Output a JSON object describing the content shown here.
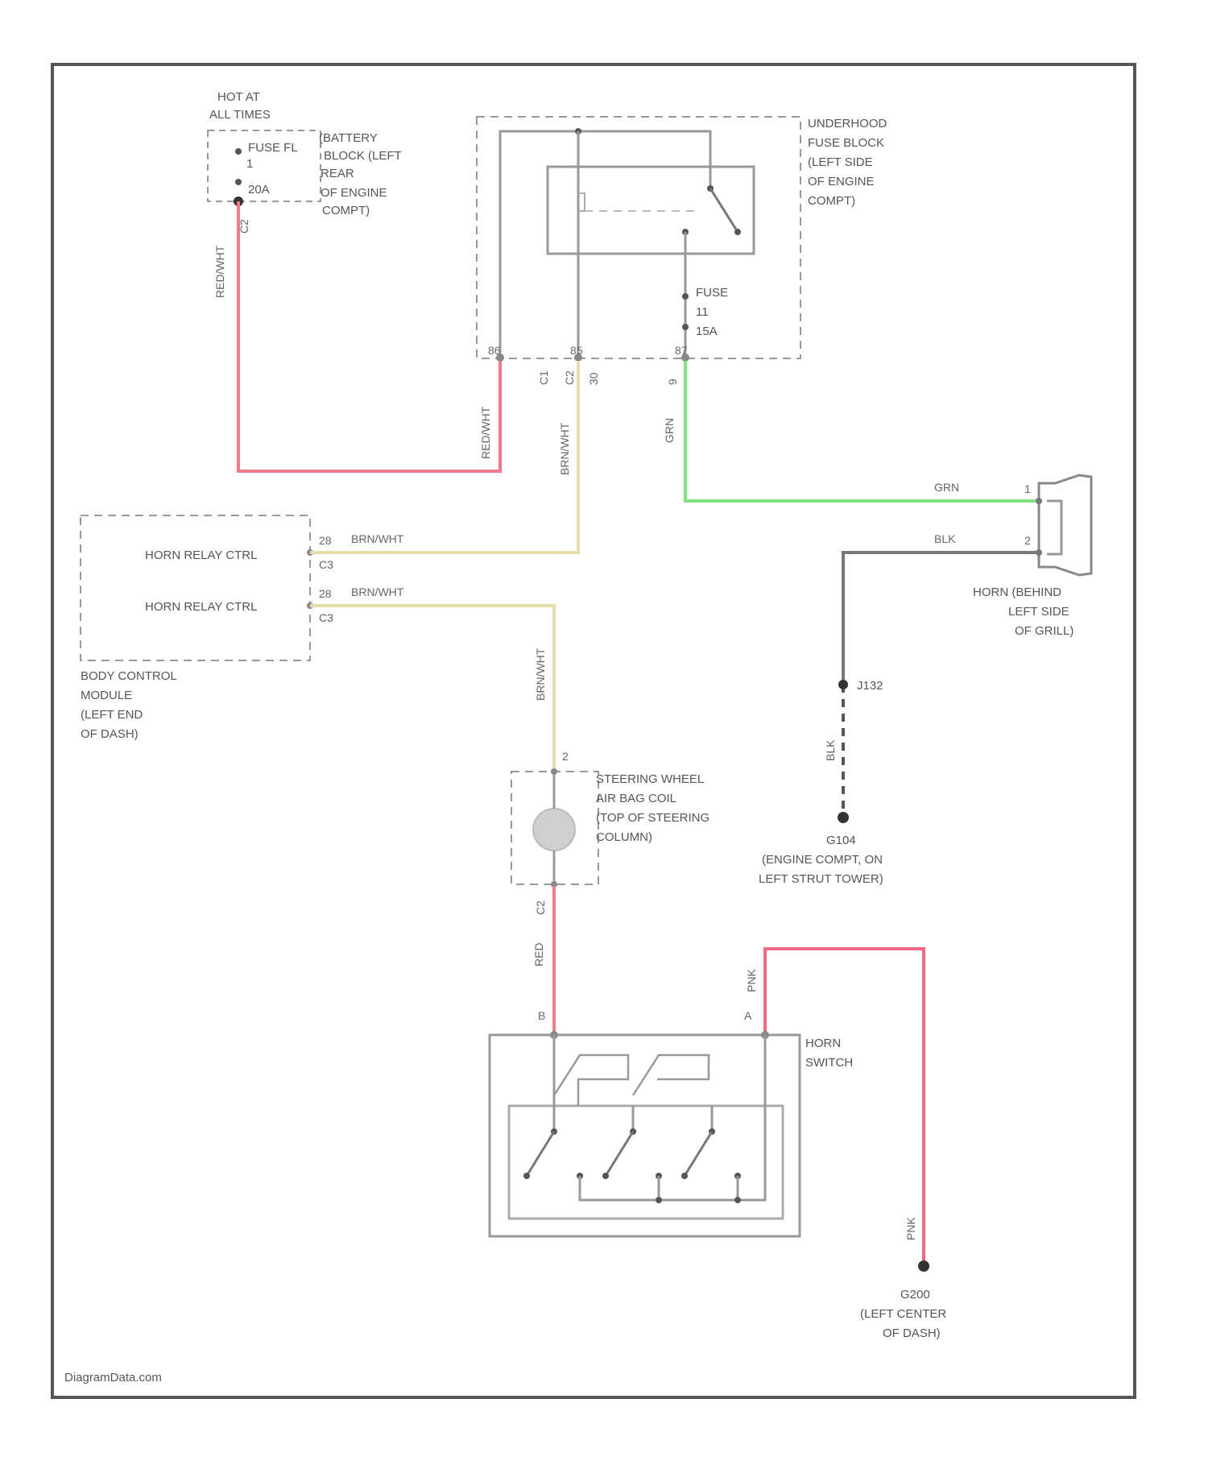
{
  "diagram": {
    "hot_label": [
      "HOT AT",
      "ALL TIMES"
    ],
    "battery_block_label": [
      "(BATTERY",
      "BLOCK (LEFT",
      "REAR",
      "OF ENGINE",
      "COMPT)"
    ],
    "fuse_fl_label": [
      "FUSE FL",
      "1",
      "20A"
    ],
    "underhood_label": [
      "UNDERHOOD",
      "FUSE BLOCK",
      "(LEFT SIDE",
      "OF ENGINE",
      "COMPT)"
    ],
    "fuse_f_label": [
      "FUSE",
      "11",
      "15A"
    ],
    "bcm_pin1": "HORN RELAY CTRL",
    "bcm_pin2": "HORN RELAY CTRL",
    "bcm_label": [
      "BODY CONTROL",
      "MODULE",
      "(LEFT END",
      "OF DASH)"
    ],
    "horn_label": [
      "HORN (BEHIND",
      "LEFT SIDE",
      "OF GRILL)"
    ],
    "splice_label": "J132",
    "ground1_label": [
      "G104",
      "(ENGINE COMPT, ON",
      "LEFT STRUT TOWER)"
    ],
    "airbag_label": [
      "STEERING WHEEL",
      "AIR BAG COIL",
      "(TOP OF STEERING",
      "COLUMN)"
    ],
    "horn_switch_label": [
      "HORN",
      "SWITCH"
    ],
    "ground2_label": [
      "G200",
      "(LEFT CENTER",
      "OF DASH)"
    ],
    "wire_colors": {
      "red_wht_1": "RED/WHT",
      "red_wht_2": "RED/WHT",
      "brn_wht_1": "BRN/WHT",
      "brn_wht_2": "BRN/WHT",
      "brn_wht_3": "BRN/WHT",
      "brn_wht_4": "BRN/WHT",
      "grn_1": "GRN",
      "grn_2": "GRN",
      "blk_1": "BLK",
      "blk_2": "BLK",
      "red": "RED",
      "pnk_1": "PNK",
      "pnk_2": "PNK"
    },
    "pins": {
      "c2_a": "C2",
      "p86": "86",
      "p85": "85",
      "p87": "87",
      "c1": "C1",
      "c2_b": "C2",
      "p30": "30",
      "p9": "9",
      "p28": "28",
      "p28b": "28",
      "c3a": "C3",
      "c3b": "C3",
      "p1": "1",
      "p2": "2",
      "p2c": "2",
      "c2_c": "C2",
      "pb": "B",
      "pa": "A"
    },
    "watermark": "DiagramData.com",
    "colors": {
      "red": "#f07a86",
      "tan": "#e6dcae",
      "green": "#7fe37f",
      "gray": "#777777",
      "pink": "#f06a84",
      "frame": "#555555"
    }
  }
}
